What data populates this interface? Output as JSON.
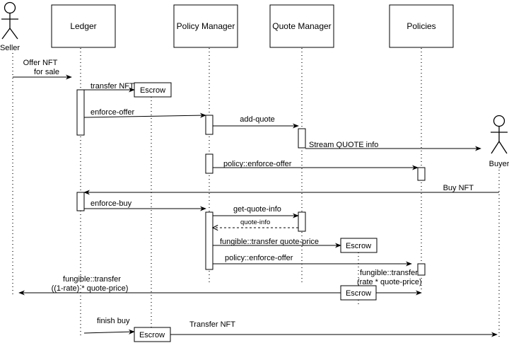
{
  "actors": {
    "seller": "Seller",
    "buyer": "Buyer"
  },
  "participants": {
    "ledger": "Ledger",
    "policy_manager": "Policy Manager",
    "quote_manager": "Quote Manager",
    "policies": "Policies"
  },
  "escrow_label": "Escrow",
  "messages": {
    "offer_nft_line1": "Offer NFT",
    "offer_nft_line2": "for sale",
    "transfer_nft": "transfer NFT",
    "enforce_offer": "enforce-offer",
    "add_quote": "add-quote",
    "stream_quote_info": "Stream QUOTE info",
    "policy_enforce_offer": "policy::enforce-offer",
    "buy_nft": "Buy NFT",
    "enforce_buy": "enforce-buy",
    "get_quote_info": "get-quote-info",
    "quote_info": "quote-info",
    "fungible_transfer_quote_price": "fungible::transfer quote-price",
    "policy_enforce_offer_2": "policy::enforce-offer",
    "fungible_transfer_rate_line1": "fungible::transfer",
    "fungible_transfer_rate_line2": "(rate * quote-price)",
    "fungible_transfer_seller_line1": "fungible::transfer",
    "fungible_transfer_seller_line2": "((1-rate) * quote-price)",
    "finish_buy": "finish buy",
    "transfer_nft_final": "Transfer NFT"
  }
}
